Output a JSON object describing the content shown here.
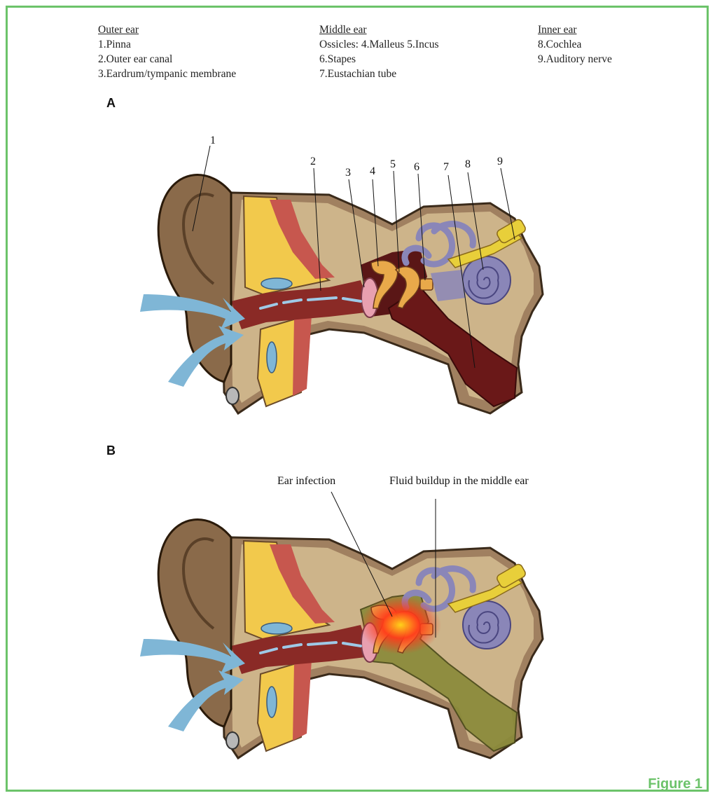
{
  "legend": {
    "outer": {
      "heading": "Outer ear",
      "items": [
        "1.Pinna",
        "2.Outer ear canal",
        "3.Eardrum/tympanic membrane"
      ]
    },
    "middle": {
      "heading": "Middle ear",
      "items": [
        "Ossicles: 4.Malleus 5.Incus",
        "6.Stapes",
        "7.Eustachian tube"
      ]
    },
    "inner": {
      "heading": "Inner ear",
      "items": [
        "8.Cochlea",
        "9.Auditory nerve"
      ]
    }
  },
  "panels": {
    "a": {
      "letter": "A",
      "numbers": [
        "1",
        "2",
        "3",
        "4",
        "5",
        "6",
        "7",
        "8",
        "9"
      ]
    },
    "b": {
      "letter": "B",
      "annotations": [
        "Ear infection",
        "Fluid buildup in the middle ear"
      ]
    }
  },
  "figure_label": "Figure 1",
  "colors": {
    "frame": "#6cc36a",
    "skin": "#8a6a4a",
    "bone": "#cdb48a",
    "canal": "#7a1f1f",
    "sound": "#7fb6d6",
    "cochlea": "#8a86b8",
    "ossicle": "#e9a94a",
    "nerve": "#e8cf3a",
    "fluid": "#8a8a3a",
    "infection": "#ff3b1a"
  }
}
